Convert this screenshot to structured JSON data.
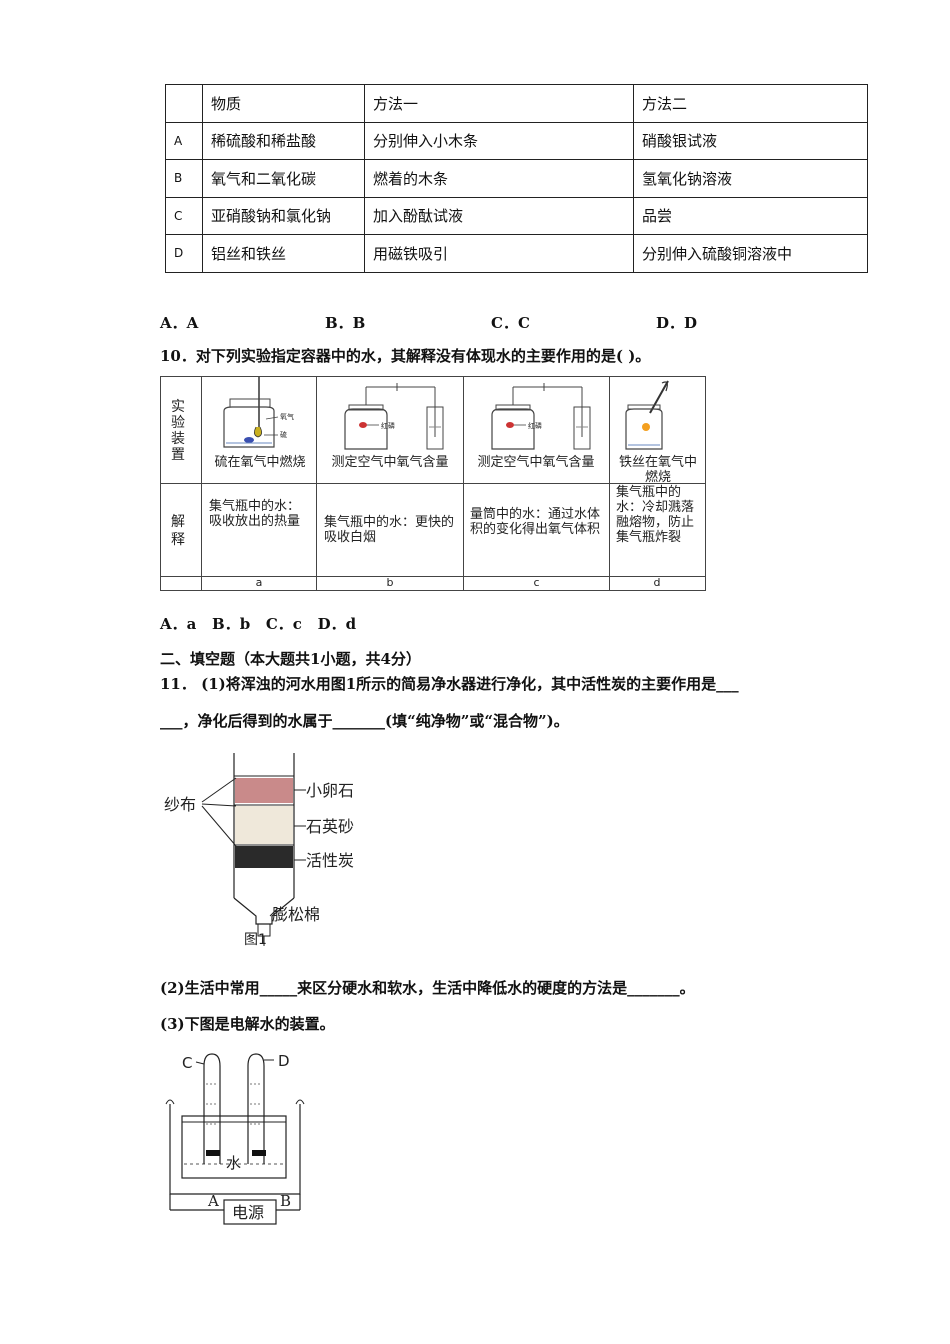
{
  "table1": {
    "header": [
      "",
      "物质",
      "方法一",
      "方法二"
    ],
    "rows": [
      [
        "A",
        "稀硫酸和稀盐酸",
        "分别伸入小木条",
        "硝酸银试液"
      ],
      [
        "B",
        "氧气和二氧化碳",
        "燃着的木条",
        "氢氧化钠溶液"
      ],
      [
        "C",
        "亚硝酸钠和氯化钠",
        "加入酚酞试液",
        "品尝"
      ],
      [
        "D",
        "铝丝和铁丝",
        "用磁铁吸引",
        "分别伸入硫酸铜溶液中"
      ]
    ]
  },
  "q9_options": [
    "A．A",
    "B．B",
    "C．C",
    "D．D"
  ],
  "q10": {
    "stem": "10．对下列实验指定容器中的水，其解释没有体现水的主要作用的是(    )。",
    "row_label_apparatus": "实验装置",
    "row_label_explain": "解释",
    "apparatus_captions": [
      "硫在氧气中燃烧",
      "测定空气中氧气含量",
      "测定空气中氧气含量",
      "铁丝在氧气中燃烧"
    ],
    "apparatus_labels": {
      "oxygen": "氧气",
      "sulfur": "硫",
      "red_phosphorus": "红磷"
    },
    "explanations": [
      "集气瓶中的水：吸收放出的热量",
      "集气瓶中的水：更快的吸收白烟",
      "量筒中的水：通过水体积的变化得出氧气体积",
      "集气瓶中的水：冷却溅落融熔物，防止集气瓶炸裂"
    ],
    "letters": [
      "a",
      "b",
      "c",
      "d"
    ],
    "options": "A．a   B．b   C．c   D．d"
  },
  "section2": "二、填空题（本大题共1小题，共4分）",
  "q11": {
    "line1": "11．  (1)将浑浊的河水用图1所示的简易净水器进行净化，其中活性炭的主要作用是___",
    "line2": "___，净化后得到的水属于_______(填“纯净物”或“混合物”)。",
    "fig1_labels": {
      "cloth": "纱布",
      "pebble": "小卵石",
      "sand": "石英砂",
      "carbon": "活性炭",
      "cotton": "膨松棉",
      "caption": "图1"
    },
    "line3": "(2)生活中常用_____来区分硬水和软水，生活中降低水的硬度的方法是_______。",
    "line4": "(3)下图是电解水的装置。",
    "electrolysis_labels": {
      "c": "C",
      "d": "D",
      "water": "水",
      "a": "A",
      "b": "B",
      "power": "电源"
    }
  }
}
